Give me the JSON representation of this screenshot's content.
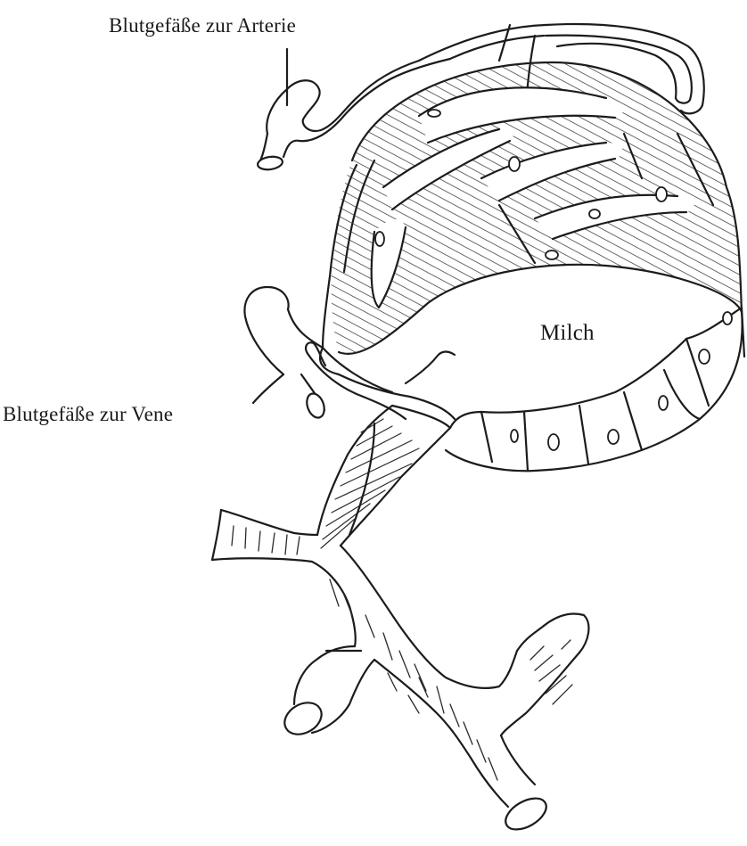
{
  "labels": {
    "artery": "Blutgefäße zur Arterie",
    "vein": "Blutgefäße zur Vene",
    "milk": "Milch"
  }
}
